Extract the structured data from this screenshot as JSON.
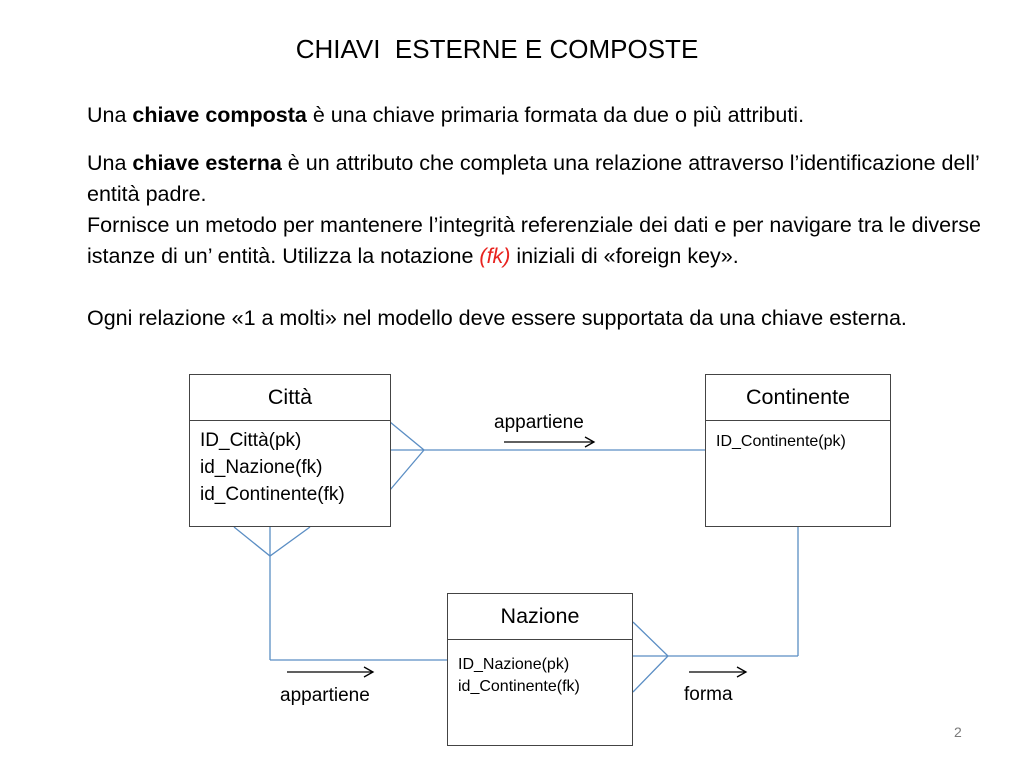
{
  "title": "CHIAVI  ESTERNE E COMPOSTE",
  "para1": {
    "pre": "Una ",
    "bold": "chiave composta",
    "post": " è una chiave primaria formata da due o più attributi."
  },
  "para2": {
    "pre": "Una ",
    "bold": "chiave esterna",
    "post": "  è un attributo che completa una relazione attraverso l’identificazione dell’ entità padre."
  },
  "para3": {
    "pre": "Fornisce un metodo per mantenere l’integrità referenziale dei dati e per navigare tra le diverse istanze di un’ entità. Utilizza la notazione ",
    "fk": "(fk)",
    "post": " iniziali di «foreign key»."
  },
  "para4": "Ogni relazione «1 a molti» nel modello deve essere supportata da una chiave esterna.",
  "entities": {
    "citta": {
      "name": "Città",
      "attrs": [
        "ID_Città(pk)",
        "id_Nazione(fk)",
        "id_Continente(fk)"
      ]
    },
    "continente": {
      "name": "Continente",
      "attrs": [
        "ID_Continente(pk)"
      ]
    },
    "nazione": {
      "name": "Nazione",
      "attrs": [
        "ID_Nazione(pk)",
        "id_Continente(fk)"
      ]
    }
  },
  "relations": {
    "citta_continente": "appartiene",
    "citta_nazione": "appartiene",
    "nazione_continente": "forma"
  },
  "colors": {
    "connector": "#5b8ec4",
    "fk": "#e8231f"
  },
  "page_number": "2"
}
